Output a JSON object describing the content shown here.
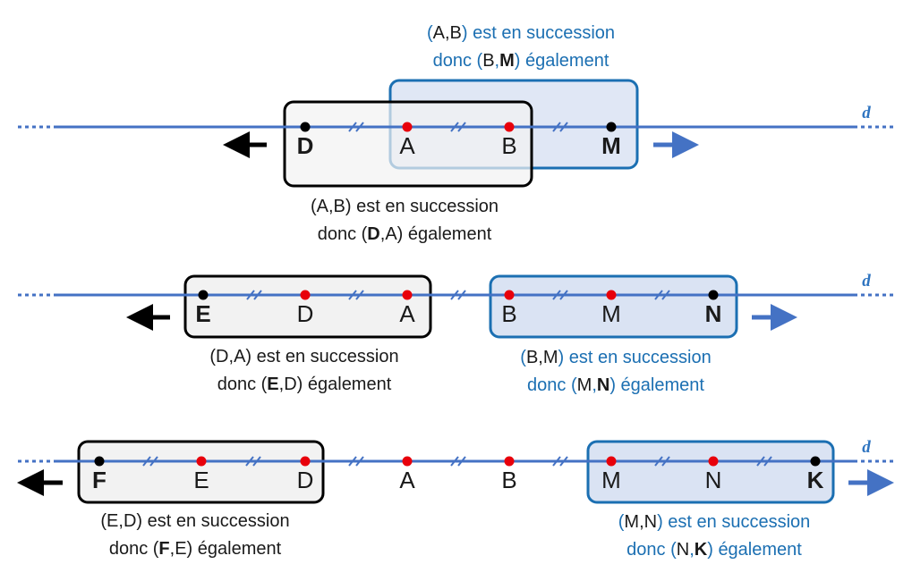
{
  "line_label": "d",
  "colors": {
    "line": "#4472c4",
    "red_point": "#e8000b",
    "black_point": "#000000",
    "blue_text": "#1b6fb2",
    "blue_box_fill": "#dae3f3",
    "blue_box_stroke": "#1b6fb2",
    "grey_box_fill": "#f2f2f2",
    "black_box_stroke": "#000000",
    "grey_box_stroke": "#808080"
  },
  "rows": [
    {
      "points": [
        {
          "label": "D",
          "bold": true,
          "color": "black"
        },
        {
          "label": "A",
          "bold": false,
          "color": "red"
        },
        {
          "label": "B",
          "bold": false,
          "color": "red"
        },
        {
          "label": "M",
          "bold": true,
          "color": "black"
        }
      ],
      "captions": {
        "blue": {
          "p1": "A",
          "sep": ",",
          "p2": "B",
          "l1_rest": "est en succession",
          "l2_pre": "donc",
          "q1": "B",
          "q2": "M",
          "l2_rest": "également",
          "bold_index": 2
        },
        "black": {
          "p1": "A",
          "sep": ",",
          "p2": "B",
          "l1_rest": "est en succession",
          "l2_pre": "donc",
          "q1": "D",
          "q2": "A",
          "l2_rest": "également",
          "bold_index": 1
        }
      }
    },
    {
      "points": [
        {
          "label": "E",
          "bold": true,
          "color": "black"
        },
        {
          "label": "D",
          "bold": false,
          "color": "red"
        },
        {
          "label": "A",
          "bold": false,
          "color": "red"
        },
        {
          "label": "B",
          "bold": false,
          "color": "red"
        },
        {
          "label": "M",
          "bold": false,
          "color": "red"
        },
        {
          "label": "N",
          "bold": true,
          "color": "black"
        }
      ],
      "captions": {
        "black": {
          "p1": "D",
          "sep": ",",
          "p2": "A",
          "l1_rest": "est en succession",
          "l2_pre": "donc",
          "q1": "E",
          "q2": "D",
          "l2_rest": "également",
          "bold_index": 1
        },
        "blue": {
          "p1": "B",
          "sep": ",",
          "p2": "M",
          "l1_rest": "est en succession",
          "l2_pre": "donc",
          "q1": "M",
          "q2": "N",
          "l2_rest": "également",
          "bold_index": 2
        }
      }
    },
    {
      "points": [
        {
          "label": "F",
          "bold": true,
          "color": "black"
        },
        {
          "label": "E",
          "bold": false,
          "color": "red"
        },
        {
          "label": "D",
          "bold": false,
          "color": "red"
        },
        {
          "label": "A",
          "bold": false,
          "color": "red"
        },
        {
          "label": "B",
          "bold": false,
          "color": "red"
        },
        {
          "label": "M",
          "bold": false,
          "color": "red"
        },
        {
          "label": "N",
          "bold": false,
          "color": "red"
        },
        {
          "label": "K",
          "bold": true,
          "color": "black"
        }
      ],
      "captions": {
        "black": {
          "p1": "E",
          "sep": ",",
          "p2": "D",
          "l1_rest": "est en succession",
          "l2_pre": "donc",
          "q1": "F",
          "q2": "E",
          "l2_rest": "également",
          "bold_index": 1
        },
        "blue": {
          "p1": "M",
          "sep": ",",
          "p2": "N",
          "l1_rest": "est en succession",
          "l2_pre": "donc",
          "q1": "N",
          "q2": "K",
          "l2_rest": "également",
          "bold_index": 2
        }
      }
    }
  ]
}
